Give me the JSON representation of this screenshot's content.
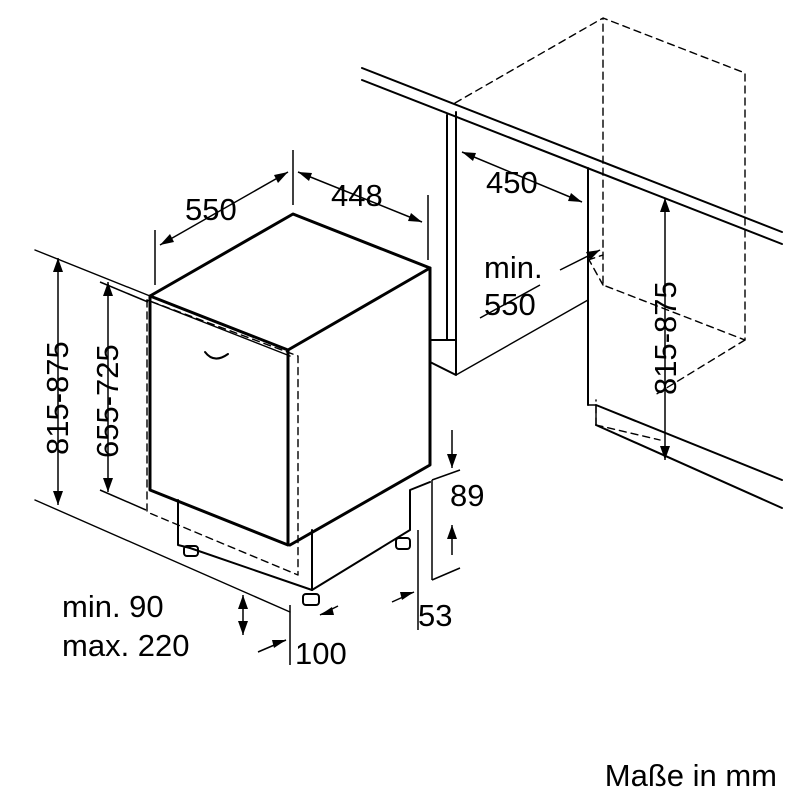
{
  "dimensions": {
    "depth_550": "550",
    "width_448": "448",
    "niche_width_450": "450",
    "niche_depth_min": "min.",
    "niche_depth_550": "550",
    "height_outer": "815-875",
    "height_door": "655-725",
    "niche_height": "815-875",
    "plinth_89": "89",
    "plinth_53": "53",
    "plinth_min": "min. 90",
    "plinth_max": "max. 220",
    "plinth_depth_100": "100"
  },
  "units_note": "Maße in mm",
  "colors": {
    "line": "#000000",
    "background": "#ffffff"
  }
}
